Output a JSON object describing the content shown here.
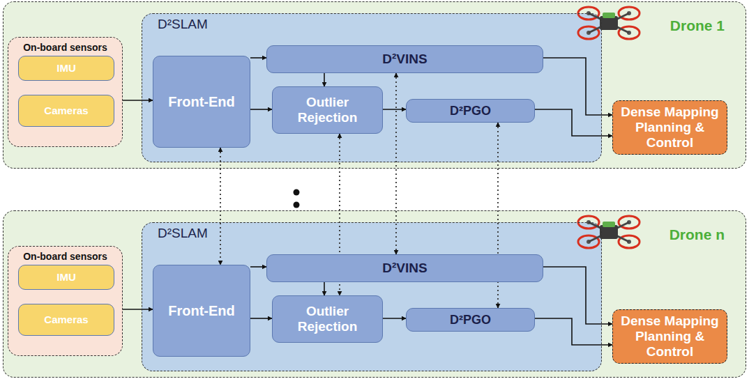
{
  "diagram": {
    "nodes": [
      {
        "text": [
          "Drone 1"
        ]
      },
      {
        "text": [
          "On-board sensors"
        ],
        "in": 0
      },
      {
        "text": [
          "IMU"
        ],
        "in": 1
      },
      {
        "text": [
          "Cameras"
        ],
        "in": 1
      },
      {
        "text": [
          "D²SLAM"
        ],
        "in": 0
      },
      {
        "text": [
          "Front-End"
        ],
        "in": 4
      },
      {
        "text": [
          "D²VINS"
        ],
        "in": 4
      },
      {
        "text": [
          "Outlier Rejection"
        ],
        "in": 4
      },
      {
        "text": [
          "D²PGO"
        ],
        "in": 4
      },
      {
        "text": [
          "Dense Mapping Planning & Control"
        ],
        "in": 0
      },
      {
        "text": [
          "Drone n"
        ]
      },
      {
        "text": [
          "On-board sensors"
        ],
        "in": 10
      },
      {
        "text": [
          "IMU"
        ],
        "in": 11
      },
      {
        "text": [
          "Cameras"
        ],
        "in": 11
      },
      {
        "text": [
          "D²SLAM"
        ],
        "in": 10
      },
      {
        "text": [
          "Front-End"
        ],
        "in": 14
      },
      {
        "text": [
          "D²VINS"
        ],
        "in": 14
      },
      {
        "text": [
          "Outlier Rejection"
        ],
        "in": 14
      },
      {
        "text": [
          "D²PGO"
        ],
        "in": 14
      },
      {
        "text": [
          "Dense Mapping Planning & Control"
        ],
        "in": 10
      }
    ],
    "edges": [
      {
        "from": 1,
        "to": 5,
        "arrow": "to"
      },
      {
        "from": 5,
        "to": 6,
        "arrow": "to"
      },
      {
        "from": 5,
        "to": 7,
        "arrow": "to"
      },
      {
        "from": 6,
        "to": 7,
        "arrow": "to"
      },
      {
        "from": 7,
        "to": 8,
        "arrow": "to"
      },
      {
        "from": 6,
        "to": 9,
        "arrow": "to"
      },
      {
        "from": 8,
        "to": 9,
        "arrow": "to"
      },
      {
        "from": 11,
        "to": 15,
        "arrow": "to"
      },
      {
        "from": 15,
        "to": 16,
        "arrow": "to"
      },
      {
        "from": 15,
        "to": 17,
        "arrow": "to"
      },
      {
        "from": 16,
        "to": 17,
        "arrow": "to"
      },
      {
        "from": 17,
        "to": 18,
        "arrow": "to"
      },
      {
        "from": 16,
        "to": 19,
        "arrow": "to"
      },
      {
        "from": 18,
        "to": 19,
        "arrow": "to"
      },
      {
        "from": 5,
        "to": 15,
        "arrow": "both"
      },
      {
        "from": 7,
        "to": 17,
        "arrow": "both"
      },
      {
        "from": 6,
        "to": 16,
        "arrow": "both"
      },
      {
        "from": 8,
        "to": 18,
        "arrow": "both"
      }
    ]
  }
}
